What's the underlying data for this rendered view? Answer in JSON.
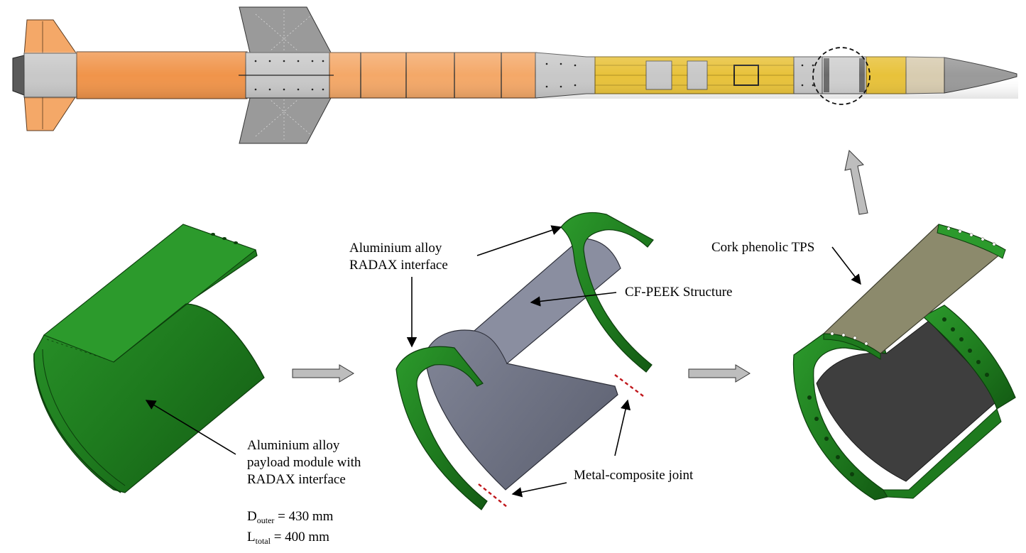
{
  "labels": {
    "payload_module": [
      "Aluminium alloy",
      "payload module with",
      "RADAX interface"
    ],
    "radax_interface": [
      "Aluminium alloy",
      "RADAX interface"
    ],
    "cf_peek": "CF-PEEK Structure",
    "cork_tps": "Cork phenolic TPS",
    "joint": "Metal-composite joint"
  },
  "dimensions": {
    "d_symbol": "D",
    "d_subscript": "outer",
    "d_value": " = 430 mm",
    "l_symbol": "L",
    "l_subscript": "total",
    "l_value": " = 400 mm"
  },
  "colors": {
    "motor_orange": "#f0944a",
    "tail_orange": "#f4a868",
    "fin_gray": "#9a9a9a",
    "metal_gray": "#c8c8c8",
    "payload_yellow": "#e8c23a",
    "nose_tan": "#d8ccb0",
    "aluminium_green": "#1e7a1e",
    "peek_gray": "#646878",
    "cork_tan": "#8c8a6c",
    "joint_red": "#c0161b",
    "arrow_gray": "#bdbdbd"
  }
}
